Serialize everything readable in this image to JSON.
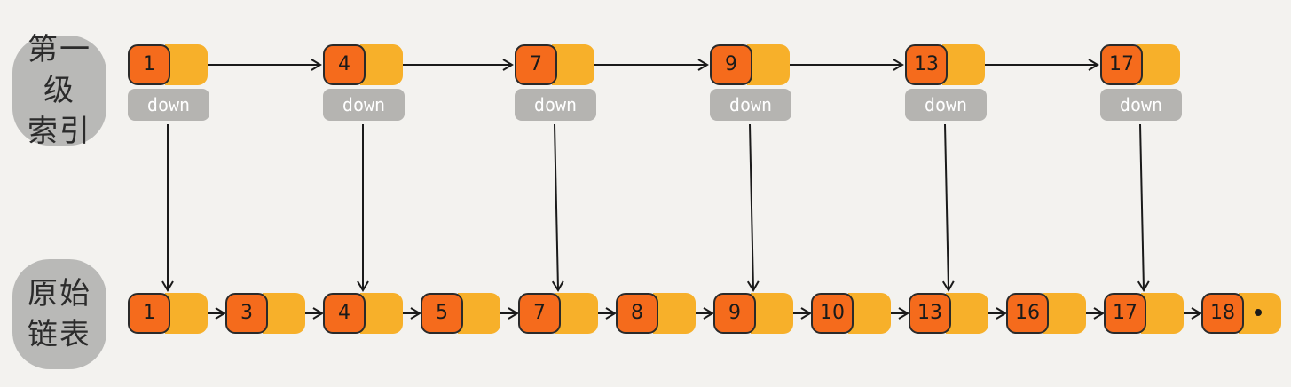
{
  "labels": {
    "index": [
      "第一级",
      "索引"
    ],
    "base": [
      "原始",
      "链表"
    ]
  },
  "down_label": "down",
  "index_nodes": [
    "1",
    "4",
    "7",
    "9",
    "13",
    "17"
  ],
  "base_nodes": [
    "1",
    "3",
    "4",
    "5",
    "7",
    "8",
    "9",
    "10",
    "13",
    "16",
    "17",
    "18"
  ],
  "colors": {
    "background": "#f3f2ef",
    "value_box": "#f56b1c",
    "pointer_box": "#f7b02a",
    "down_box": "#b5b4b1",
    "label_bg": "#b9b9b7",
    "arrow": "#1a1a1a"
  }
}
